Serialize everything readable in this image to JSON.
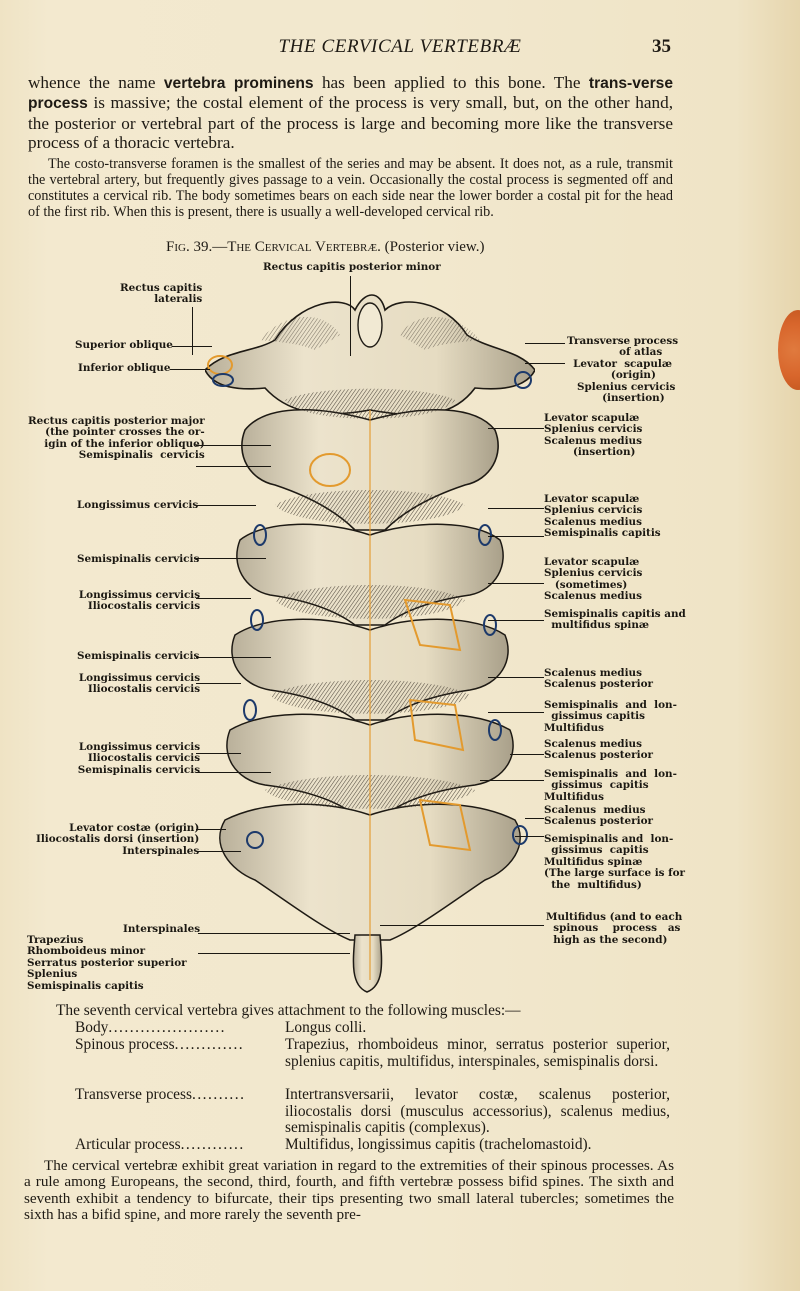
{
  "running_head": {
    "title": "THE CERVICAL VERTEBRÆ",
    "page_number": "35"
  },
  "para1": {
    "s1": "whence the name ",
    "t1": "vertebra prominens",
    "s2": " has been applied to this bone.  The ",
    "t2": "trans-verse process",
    "s3": " is massive; the costal element of the process is very small, but, on the other hand, the posterior or vertebral part of the process is large and becoming more like the transverse process of a thoracic vertebra."
  },
  "para2": "The costo-transverse foramen is the smallest of the series and may be absent.  It does not, as a rule, transmit the vertebral artery, but frequently gives passage to a vein.  Occasionally the costal process is segmented off and constitutes a cervical rib.  The body sometimes bears on each side near the lower border a costal pit for the head of the first rib.  When this is present, there is usually a well-developed cervical rib.",
  "figure": {
    "caption_prefix": "Fig. 39.—",
    "caption_title": "The Cervical Vertebræ.",
    "caption_suffix": "  (Posterior view.)",
    "top_label": "Rectus capitis posterior minor",
    "left_labels": [
      "Rectus capitis\n     lateralis",
      "Superior oblique",
      "Inferior oblique",
      "Rectus capitis posterior major\n (the pointer crosses the or-\nigin of the inferior oblique)\n     Semispinalis  cervicis",
      "Longissimus cervicis",
      "Semispinalis cervicis",
      "Longissimus cervicis\n   Iliocostalis cervicis",
      "Semispinalis cervicis",
      "Longissimus cervicis\n   Iliocostalis cervicis",
      "Longissimus cervicis\n   Iliocostalis cervicis\nSemispinalis cervicis",
      "      Levator costæ (origin)\nIliocostalis dorsi (insertion)\n               Interspinales",
      "Interspinales",
      "Trapezius\nRhomboideus minor\nSerratus posterior superior\nSplenius\nSemispinalis capitis"
    ],
    "right_labels": [
      "Transverse process\n          of atlas\nLevator  scapulæ\n      (origin)\n  Splenius cervicis\n      (insertion)",
      "Levator scapulæ\nSplenius cervicis\nScalenus medius\n        (insertion)",
      "Levator scapulæ\nSplenius cervicis\nScalenus medius\nSemispinalis capitis",
      "Levator scapulæ\nSplenius cervicis\n   (sometimes)\nScalenus medius",
      "Semispinalis capitis and\n  multifidus spinæ",
      "Scalenus medius\nScalenus posterior",
      "Semispinalis  and  lon-\n  gissimus capitis\nMultifidus",
      "Scalenus medius\nScalenus posterior",
      "Semispinalis  and  lon-\n  gissimus  capitis\nMultifidus",
      "Scalenus  medius\nScalenus posterior",
      "Semispinalis and  lon-\n  gissimus  capitis\nMultifidus spinæ\n(The large surface is for\n  the  multifidus)",
      "Multifidus (and to each\n  spinous    process   as\n  high as the second)"
    ],
    "colors": {
      "origin_outline": "#e39a2e",
      "insertion_outline": "#1d3a6b",
      "bone": "#ece3cc",
      "shade": "#3a332a"
    }
  },
  "muscle_table": {
    "intro": "The seventh cervical vertebra gives attachment to the following muscles:—",
    "rows": [
      {
        "part": "Body",
        "dots": "......................",
        "muscles": "Longus colli."
      },
      {
        "part": "Spinous process",
        "dots": ".............",
        "muscles": "Trapezius, rhomboideus minor, serratus posterior superior, splenius capitis, multifidus, interspinales, semispinalis dorsi."
      },
      {
        "part": "Transverse process",
        "dots": "..........",
        "muscles": "Intertransversarii, levator costæ, scalenus posterior, iliocostalis dorsi (musculus accessorius), scalenus medius, semispinalis capitis (complexus)."
      },
      {
        "part": "Articular process",
        "dots": "............",
        "muscles": "Multifidus, longissimus capitis (trachelomastoid)."
      }
    ]
  },
  "para3": "The cervical vertebræ exhibit great variation in regard to the extremities of their spinous processes.  As a rule among Europeans, the second, third, fourth, and fifth vertebræ possess bifid spines.  The sixth and seventh exhibit a tendency to bifurcate, their tips presenting two small lateral tubercles; sometimes the sixth has a bifid spine, and more rarely the seventh pre-"
}
